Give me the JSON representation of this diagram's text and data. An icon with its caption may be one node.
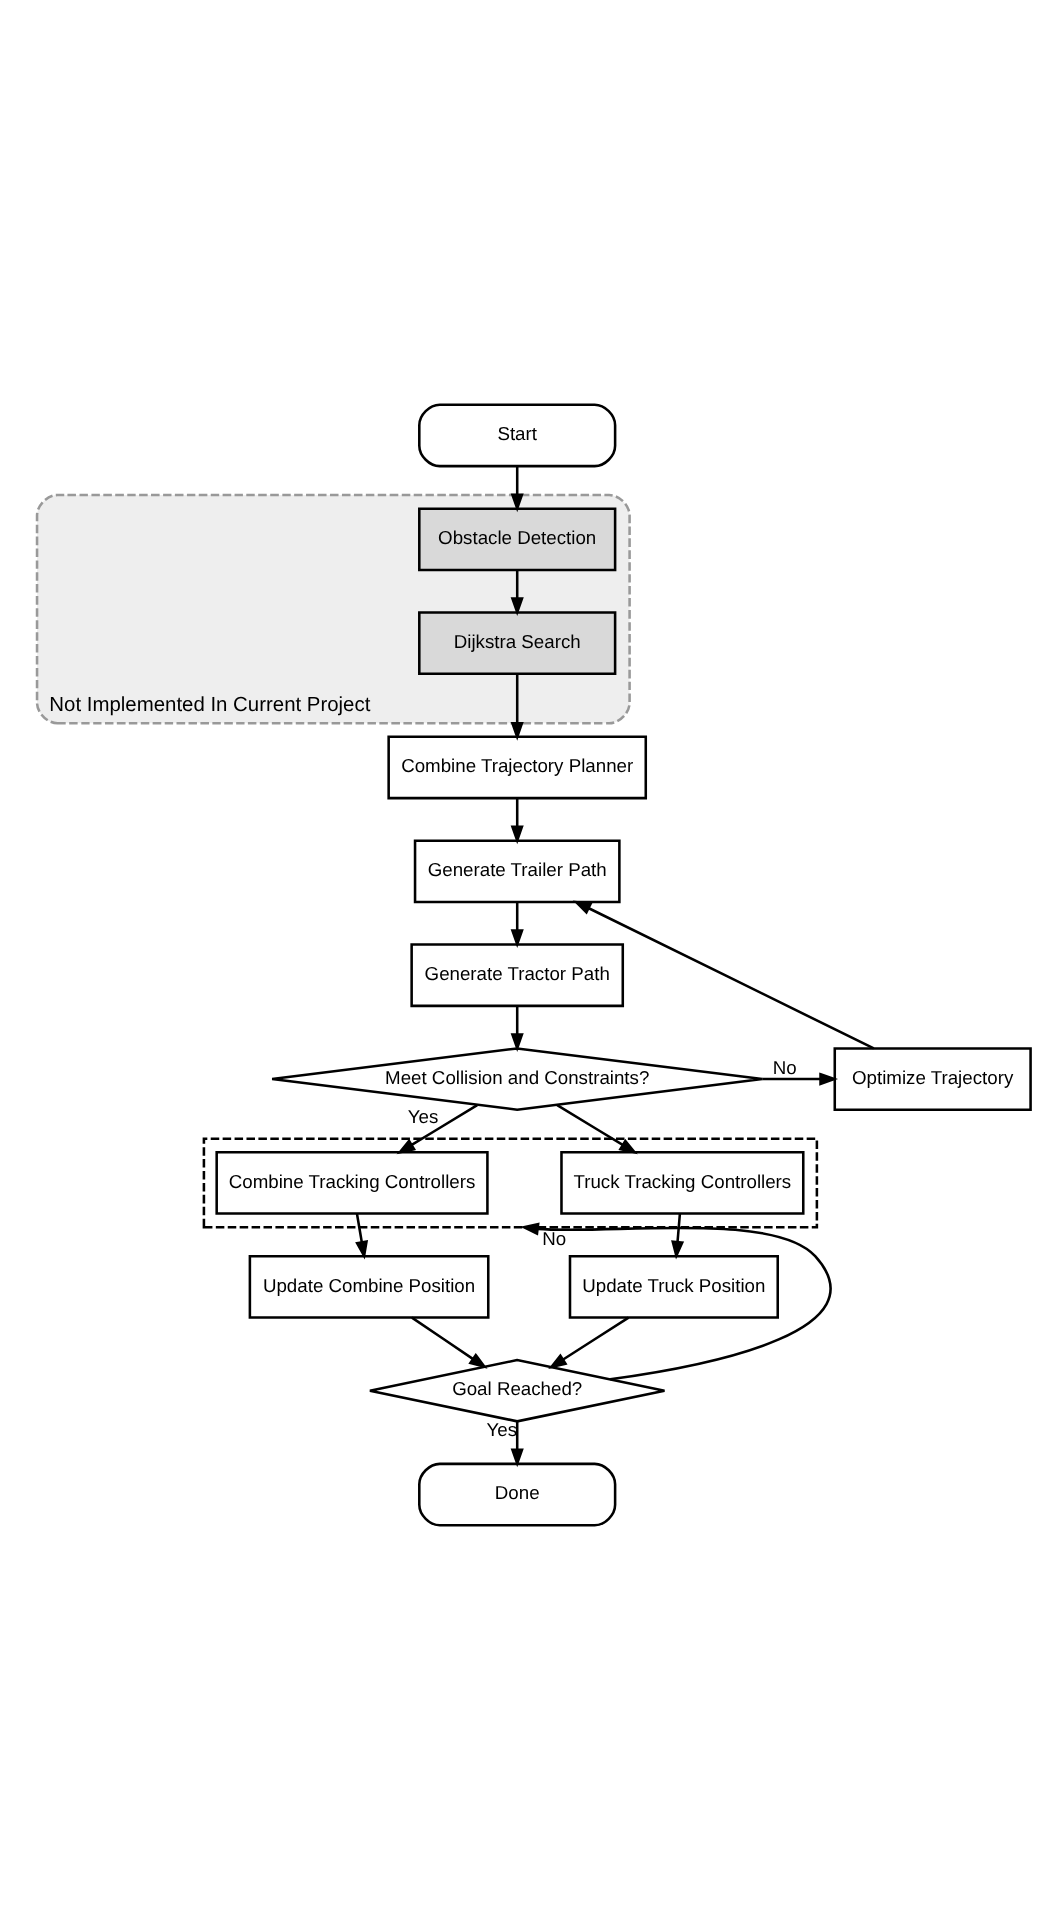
{
  "diagram": {
    "nodes": [
      {
        "text": [
          "Start"
        ]
      },
      {
        "text": [
          "Not Implemented In Current Project"
        ]
      },
      {
        "text": [
          "Obstacle Detection"
        ],
        "in": 1
      },
      {
        "text": [
          "Dijkstra Search"
        ],
        "in": 1
      },
      {
        "text": [
          "Combine Trajectory Planner"
        ]
      },
      {
        "text": [
          "Generate Trailer Path"
        ]
      },
      {
        "text": [
          "Generate Tractor Path"
        ]
      },
      {
        "text": [
          "Meet Collision and Constraints?"
        ]
      },
      {
        "text": [
          "Optimize Trajectory"
        ]
      },
      {
        "text": [],
        "shape": "box"
      },
      {
        "text": [
          "Combine Tracking Controllers"
        ],
        "in": 9
      },
      {
        "text": [
          "Truck Tracking Controllers"
        ],
        "in": 9
      },
      {
        "text": [
          "Update Combine Position"
        ]
      },
      {
        "text": [
          "Update Truck Position"
        ]
      },
      {
        "text": [
          "Goal Reached?"
        ]
      },
      {
        "text": [
          "Done"
        ]
      }
    ],
    "edges": [
      {
        "from": 0,
        "to": 2,
        "arrow": "to"
      },
      {
        "from": 2,
        "to": 3,
        "arrow": "to"
      },
      {
        "from": 3,
        "to": 4,
        "arrow": "to"
      },
      {
        "from": 4,
        "to": 5,
        "arrow": "to"
      },
      {
        "from": 5,
        "to": 6,
        "arrow": "to"
      },
      {
        "from": 6,
        "to": 7,
        "arrow": "to"
      },
      {
        "from": 7,
        "to": 8,
        "arrow": "to",
        "label": "No"
      },
      {
        "from": 8,
        "to": 5,
        "arrow": "to"
      },
      {
        "from": 7,
        "to": 10,
        "arrow": "to",
        "label": "Yes"
      },
      {
        "from": 7,
        "to": 11,
        "arrow": "to"
      },
      {
        "from": 10,
        "to": 12,
        "arrow": "to"
      },
      {
        "from": 11,
        "to": 13,
        "arrow": "to"
      },
      {
        "from": 12,
        "to": 14,
        "arrow": "to"
      },
      {
        "from": 13,
        "to": 14,
        "arrow": "to"
      },
      {
        "from": 14,
        "to": 9,
        "arrow": "to",
        "label": "No"
      },
      {
        "from": 14,
        "to": 15,
        "arrow": "to",
        "label": "Yes"
      }
    ]
  }
}
